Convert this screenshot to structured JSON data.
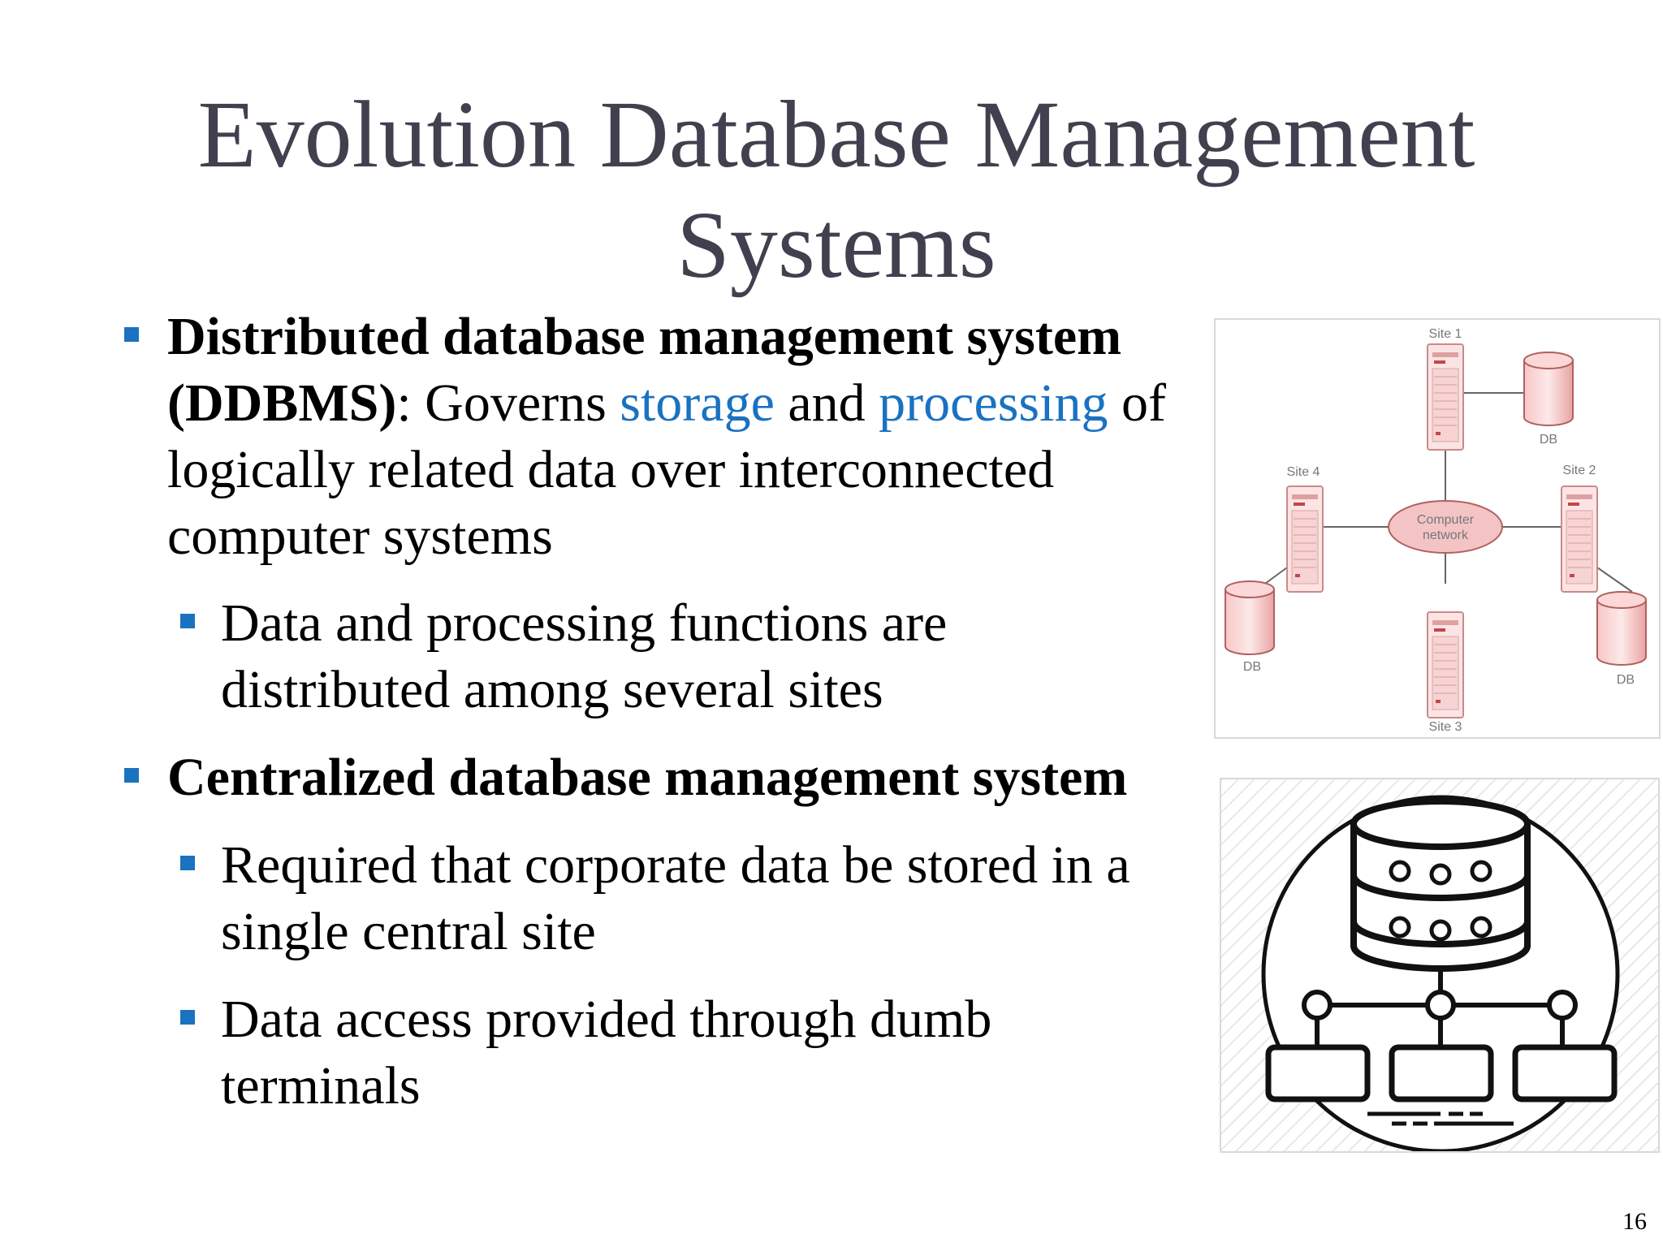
{
  "slide": {
    "title_line1": "Evolution Database Management",
    "title_line2": "Systems",
    "page_number": "16",
    "accent_color": "#1a72c0",
    "title_color": "#40404f"
  },
  "bullets": {
    "ddbms": {
      "term": "Distributed database management system (DDBMS)",
      "colon": ":",
      "text_a": " Governs ",
      "highlight1": "storage",
      "text_b": " and ",
      "highlight2": "processing",
      "text_c": " of logically related data over interconnected computer systems",
      "sub": "Data and processing functions are distributed among several sites"
    },
    "centralized": {
      "term": "Centralized database management system",
      "sub1": "Required that corporate data be stored in a single central site",
      "sub2": "Data access provided through dumb terminals"
    }
  },
  "figure_distributed": {
    "site1": "Site 1",
    "site2": "Site 2",
    "site3": "Site 3",
    "site4": "Site 4",
    "network_line1": "Computer",
    "network_line2": "network",
    "db1": "DB",
    "db2": "DB",
    "db3": "DB",
    "icon": "distributed-network-diagram"
  },
  "figure_centralized": {
    "icon": "centralized-database-icon"
  }
}
